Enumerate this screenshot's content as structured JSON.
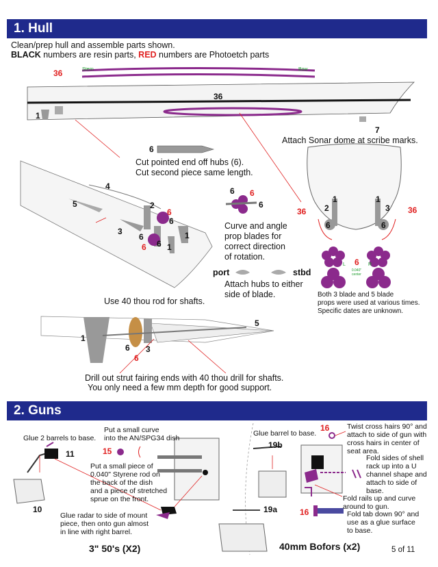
{
  "section1": {
    "title": "1. Hull",
    "intro_line1": "Clean/prep hull and assemble parts shown.",
    "intro_black": "BLACK",
    "intro_mid": " numbers are resin parts, ",
    "intro_red": "RED",
    "intro_end": " numbers are Photoetch parts",
    "stern_label": "Stern",
    "bow_label": "Bow",
    "part_36_red": "36",
    "part_36": "36",
    "part_1": "1",
    "part_7": "7",
    "sonar_note": "Attach Sonar dome at scribe marks.",
    "hub_part": "6",
    "hub_note_1": "Cut pointed end off hubs (6).",
    "hub_note_2": "Cut second piece same length.",
    "callouts": {
      "p4": "4",
      "p5": "5",
      "p2": "2",
      "p6a": "6",
      "p6b": "6",
      "p3": "3",
      "p6c": "6",
      "p1a": "1",
      "p6d": "6",
      "p1b": "1",
      "p6e": "6"
    },
    "prop_parts": {
      "a": "6",
      "b": "6",
      "c": "6"
    },
    "prop_note": [
      "Curve and angle",
      "prop blades for",
      "correct direction",
      "of rotation."
    ],
    "port": "port",
    "stbd": "stbd",
    "attach_note": [
      "Attach hubs to either",
      "side of blade."
    ],
    "shaft_note": "Use 40 thou rod for shafts.",
    "stern_view": {
      "p1l": "1",
      "p1r": "1",
      "p2": "2",
      "p3": "3",
      "p36l": "36",
      "p36r": "36",
      "p6l": "6",
      "p6r": "6"
    },
    "prop_labels": {
      "L": "L",
      "p6": "6",
      "R": "R",
      "spec": "0.040\" center"
    },
    "prop_note2": [
      "Both 3 blade and 5 blade",
      "props were used at various times.",
      "Specific dates are unknown."
    ],
    "strut": {
      "p5": "5",
      "p1": "1",
      "p6a": "6",
      "p3": "3",
      "p6b": "6"
    },
    "drill_note_1": "Drill out strut fairing ends with 40 thou drill for shafts.",
    "drill_note_2": "You only need a few mm depth for good support."
  },
  "section2": {
    "title": "2. Guns",
    "glue_barrels": "Glue 2 barrels to base.",
    "p11": "11",
    "p10": "10",
    "curve_note": [
      "Put a small curve",
      "into the AN/SPG34 dish"
    ],
    "p15": "15",
    "styrene_note": [
      "Put a small piece of",
      "0.040\" Styrene rod on",
      "the back of the dish",
      "and a piece of stretched",
      "sprue on the front."
    ],
    "radar_note": [
      "Glue radar to side of mount",
      "piece, then onto gun almost",
      "in line with right barrel."
    ],
    "title_3in": "3\" 50's (X2)",
    "glue_barrel": "Glue barrel to base.",
    "p19b": "19b",
    "p19a": "19a",
    "p16a": "16",
    "twist_note": [
      "Twist cross hairs 90° and",
      "attach to side of gun with",
      "cross hairs in center of",
      "seat area."
    ],
    "fold_note": [
      "Fold sides of shell",
      "rack up into a U",
      "channel shape and",
      "attach to side of",
      "base."
    ],
    "rails_note": [
      "Fold rails up and curve",
      "around to gun."
    ],
    "p16b": "16",
    "tab_note": [
      "Fold tab down 90° and",
      "use as a glue surface",
      "to base."
    ],
    "title_40mm": "40mm Bofors (x2)",
    "page": "5 of 11"
  },
  "colors": {
    "banner": "#1f2a8c",
    "photoetch": "#8b2a8c",
    "red": "#e02020",
    "green": "#1a9a2a",
    "resin": "#8c8c8c"
  }
}
